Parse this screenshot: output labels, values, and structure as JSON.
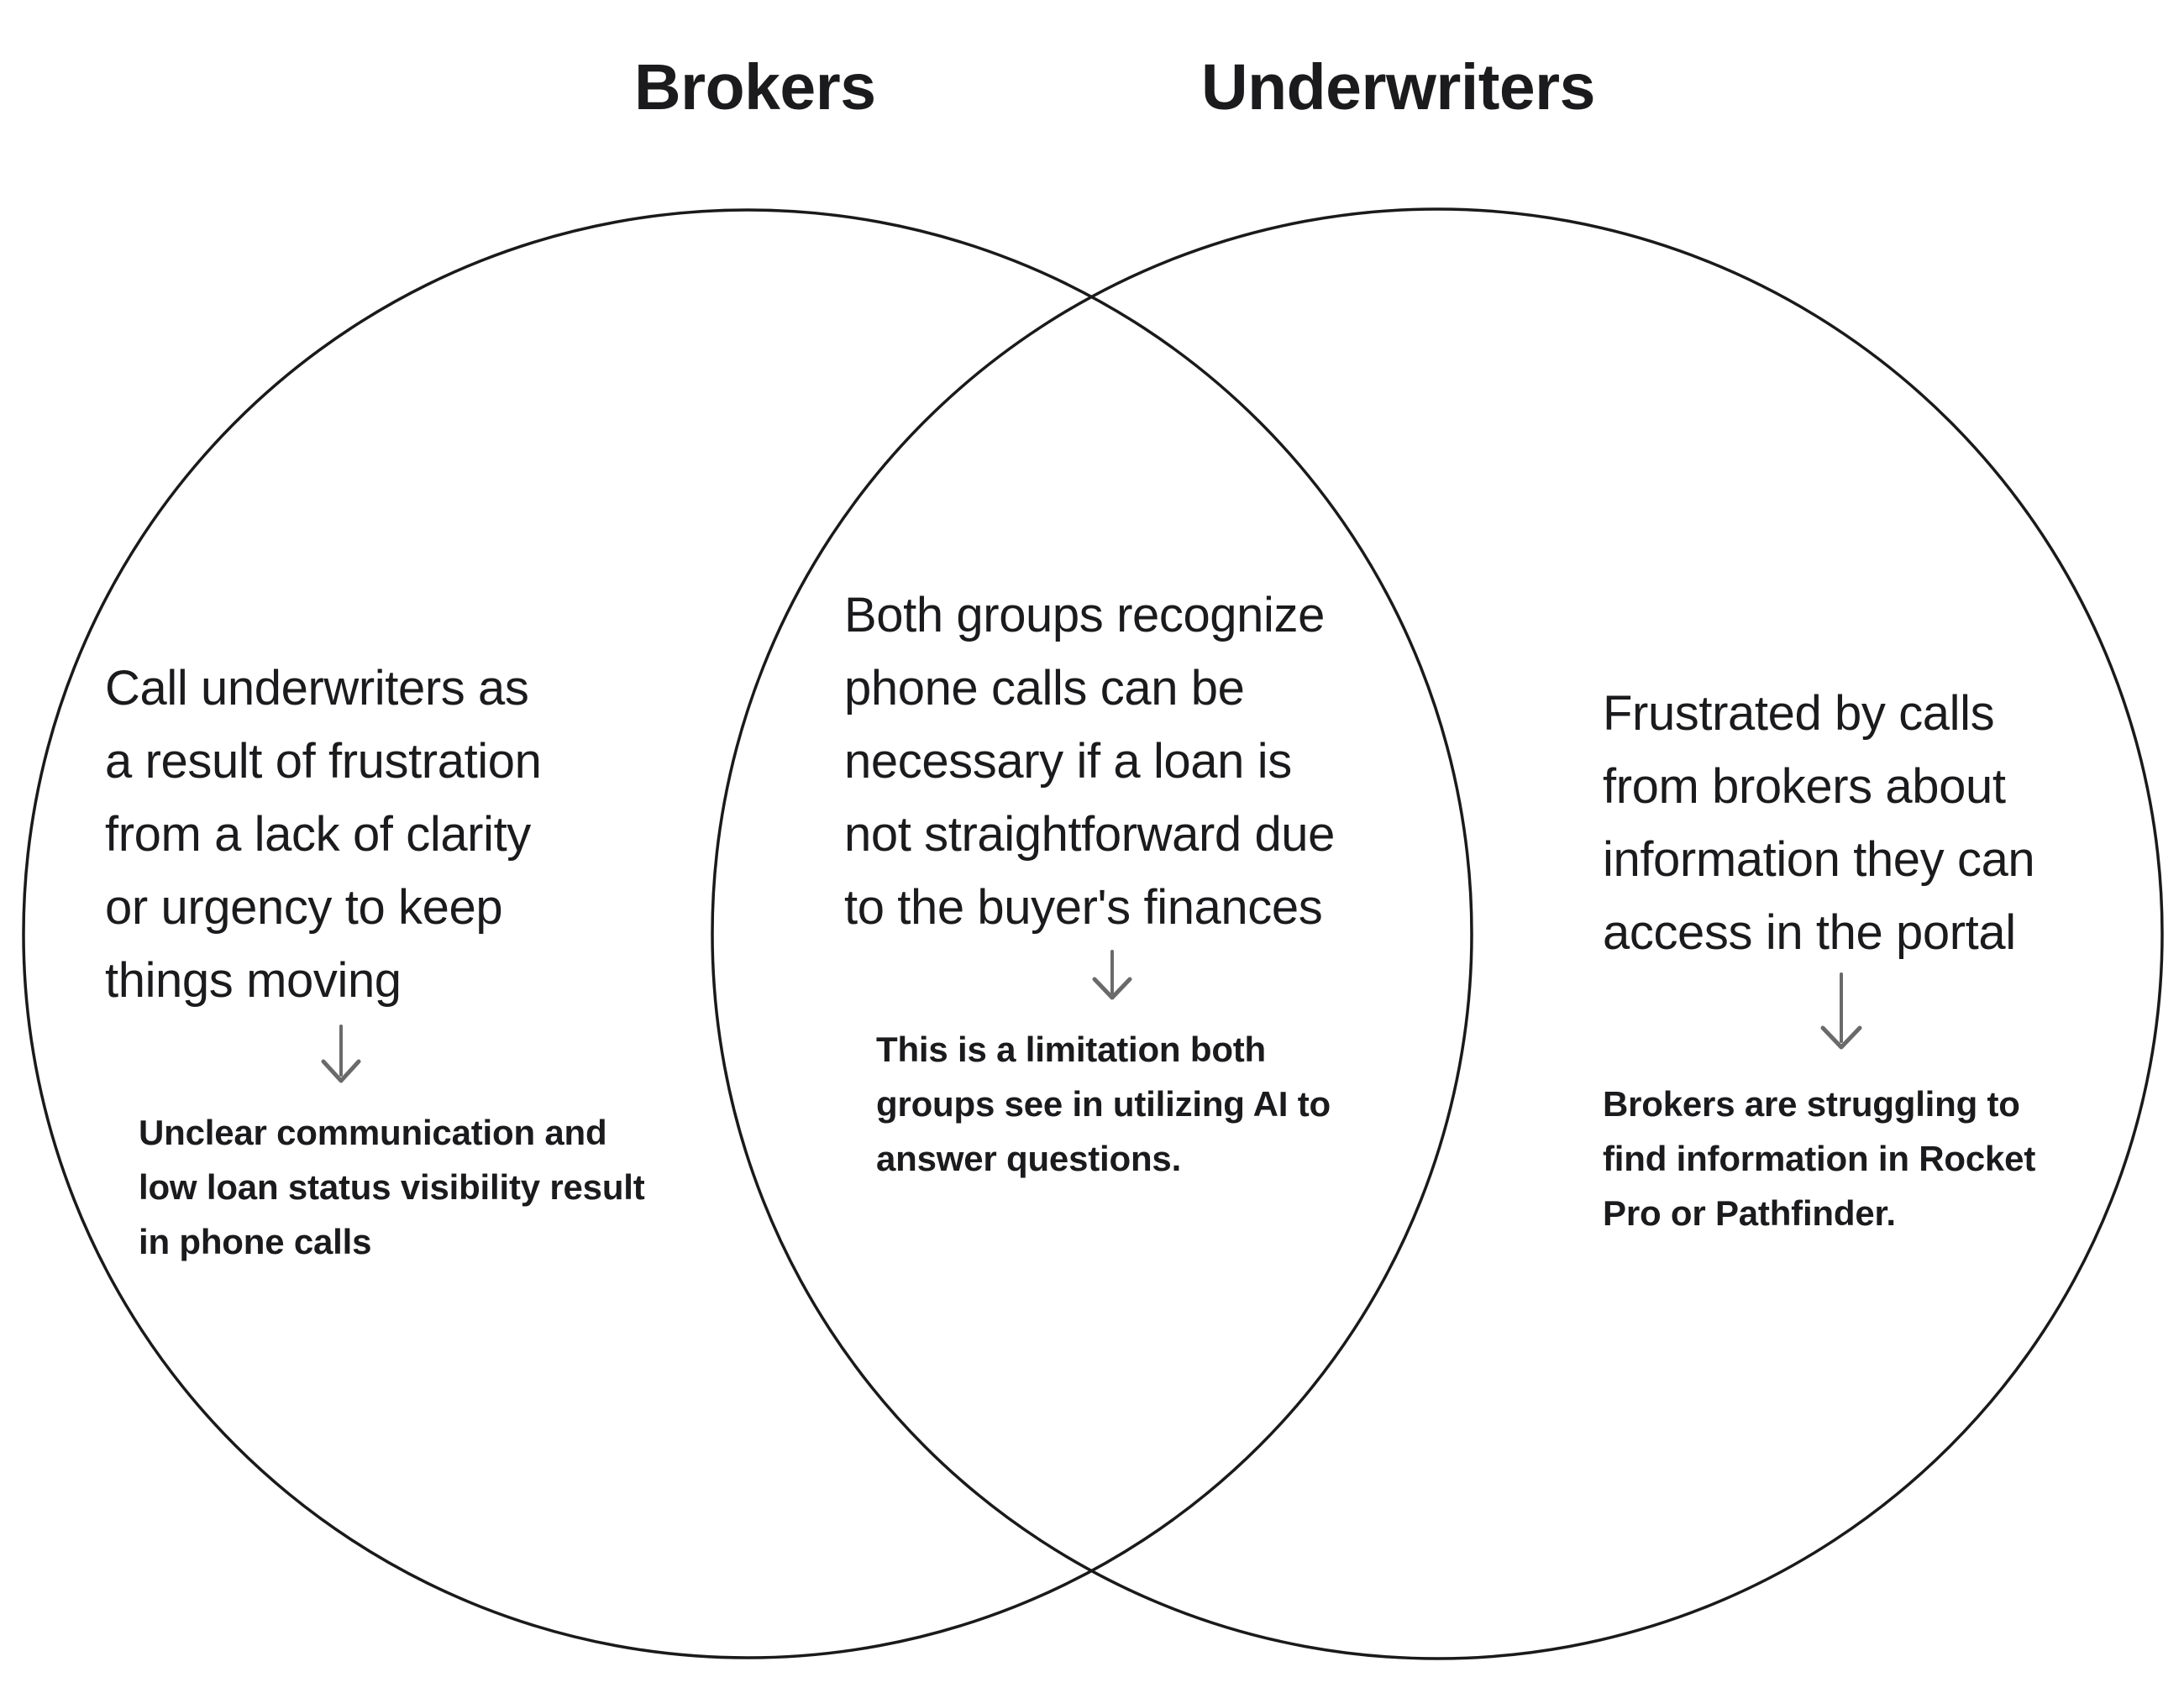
{
  "diagram": {
    "type": "venn",
    "titles": {
      "left": "Brokers",
      "right": "Underwriters"
    },
    "colors": {
      "background": "#ffffff",
      "circle_stroke": "#1a1a1a",
      "text": "#1b1b1d",
      "arrow": "#6a6a6a"
    },
    "left_region": {
      "body": "Call underwriters as\na result of frustration\nfrom a lack of clarity\nor urgency to keep\nthings moving",
      "note": "Unclear communication and\nlow loan status visibility result\nin phone calls"
    },
    "overlap_region": {
      "body": "Both groups recognize\nphone calls can be\nnecessary if a loan is\nnot straightforward due\nto the buyer's finances",
      "note": "This is a limitation both\ngroups see in utilizing AI to\nanswer questions."
    },
    "right_region": {
      "body": "Frustrated by calls\nfrom brokers about\ninformation they can\naccess in the portal",
      "note": "Brokers are struggling to\nfind information in Rocket\nPro or Pathfinder."
    }
  }
}
